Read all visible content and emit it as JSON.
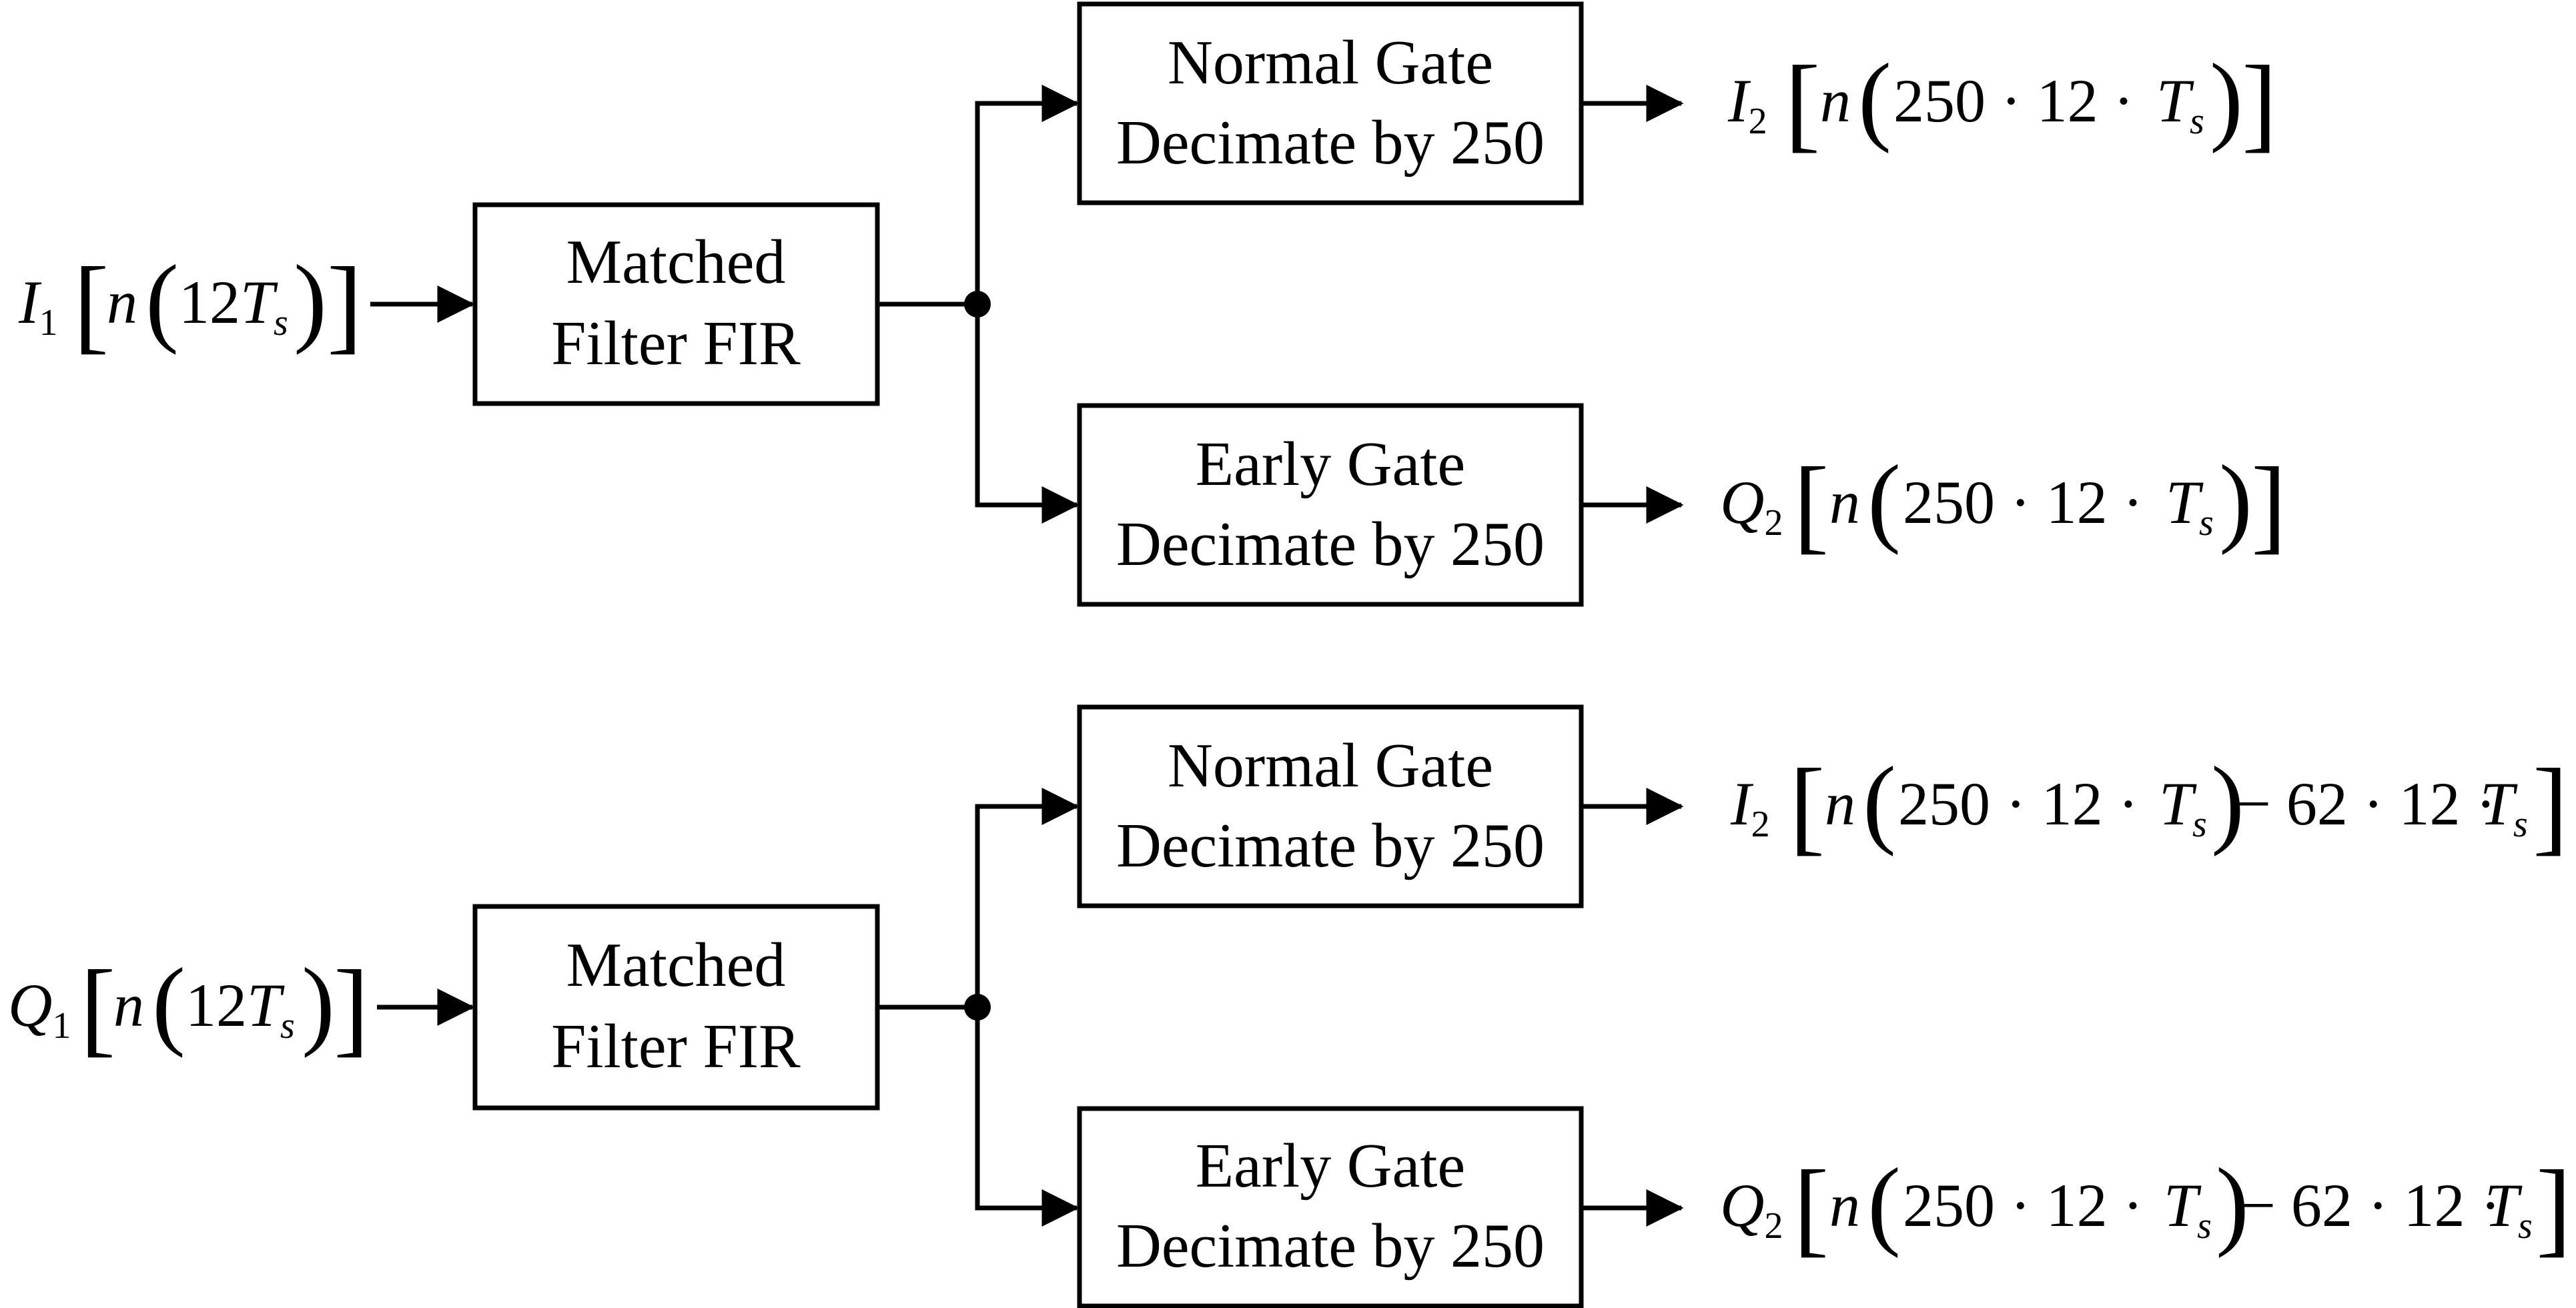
{
  "blocks": {
    "filter": {
      "line1": "Matched",
      "line2": "Filter FIR"
    },
    "normal_gate": {
      "line1": "Normal Gate",
      "line2": "Decimate by 250"
    },
    "early_gate": {
      "line1": "Early Gate",
      "line2": "Decimate by 250"
    }
  },
  "signals": {
    "input_top": {
      "sym": "I",
      "sub": "1",
      "arg": "12",
      "ts": "T",
      "ts_sub": "s"
    },
    "input_bottom": {
      "sym": "Q",
      "sub": "1",
      "arg": "12",
      "ts": "T",
      "ts_sub": "s"
    },
    "out_top_normal": {
      "sym": "I",
      "sub": "2",
      "expr": "250 · 12 · ",
      "ts": "T",
      "ts_sub": "s"
    },
    "out_top_early": {
      "sym": "Q",
      "sub": "2",
      "expr": "250 · 12 · ",
      "ts": "T",
      "ts_sub": "s"
    },
    "out_bottom_normal": {
      "sym": "I",
      "sub": "2",
      "expr": "250 · 12 · ",
      "ts": "T",
      "ts_sub": "s",
      "offset": " − 62 · 12 · "
    },
    "out_bottom_early": {
      "sym": "Q",
      "sub": "2",
      "expr": "250 · 12 · ",
      "ts": "T",
      "ts_sub": "s",
      "offset": " − 62 · 12 · "
    }
  },
  "common": {
    "n": "n",
    "lparen": "(",
    "rparen": ")",
    "lbracket": "[",
    "rbracket": "]"
  }
}
